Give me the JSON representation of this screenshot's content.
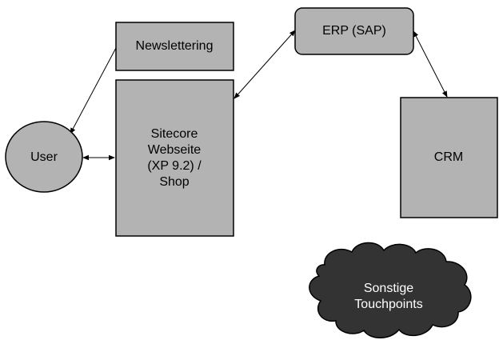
{
  "diagram": {
    "nodes": {
      "newsletter": {
        "label": "Newslettering"
      },
      "erp": {
        "label": "ERP (SAP)"
      },
      "sitecore": {
        "lines": [
          "Sitecore",
          "Webseite",
          "(XP 9.2) /",
          "Shop"
        ]
      },
      "user": {
        "label": "User"
      },
      "crm": {
        "label": "CRM"
      },
      "touchpoints": {
        "lines": [
          "Sonstige",
          "Touchpoints"
        ]
      }
    },
    "colors": {
      "node_fill": "#b3b3b3",
      "cloud_fill": "#333333",
      "stroke": "#000000"
    }
  }
}
